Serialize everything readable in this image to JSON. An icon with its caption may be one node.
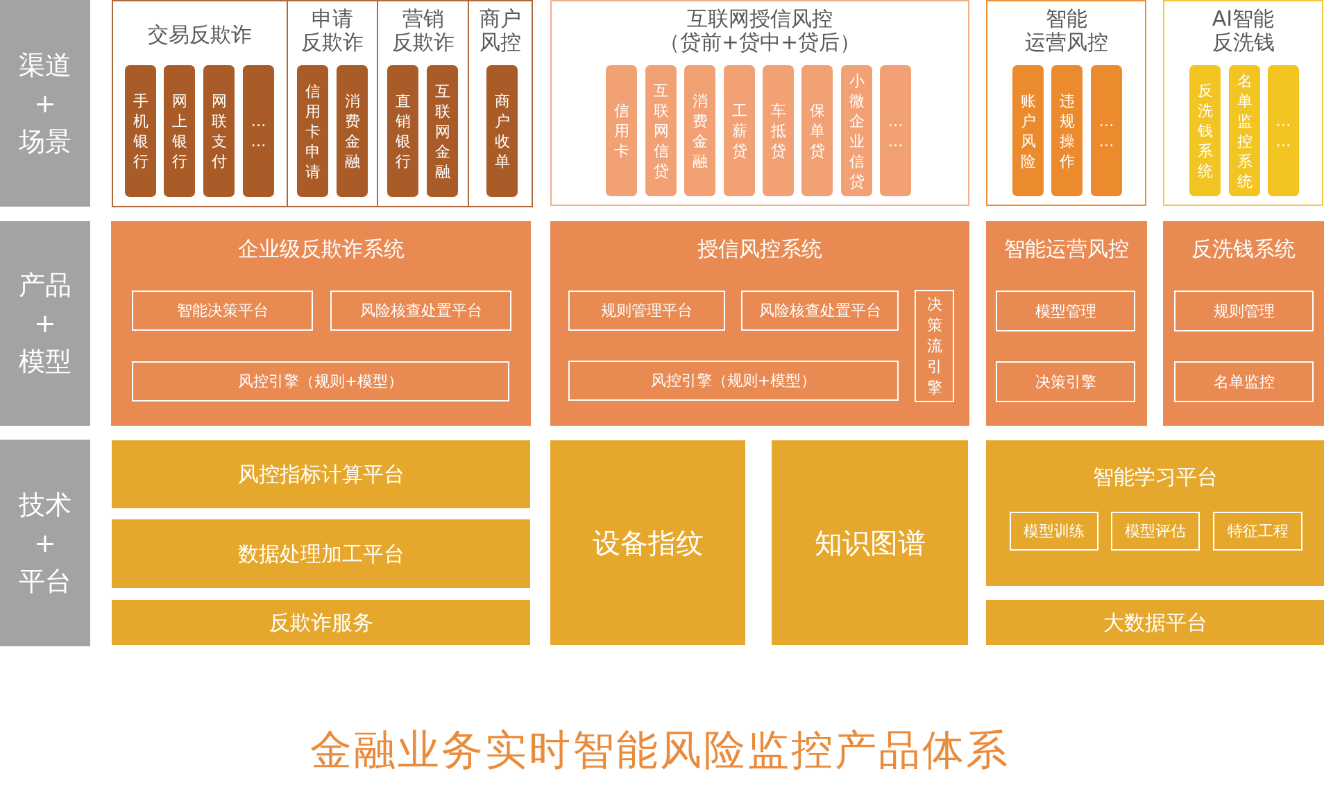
{
  "diagram": {
    "title": "金融业务实时智能风险监控产品体系",
    "nodes": [
      {
        "text": [
          "渠道 + 场景"
        ]
      },
      {
        "text": [
          "交易反欺诈"
        ]
      },
      {
        "text": [
          "手机银行"
        ],
        "in": 1
      },
      {
        "text": [
          "网上银行"
        ],
        "in": 1
      },
      {
        "text": [
          "网联支付"
        ],
        "in": 1
      },
      {
        "text": [
          "……"
        ],
        "in": 1
      },
      {
        "text": [
          "申请反欺诈"
        ]
      },
      {
        "text": [
          "信用卡申请"
        ],
        "in": 6
      },
      {
        "text": [
          "消费金融"
        ],
        "in": 6
      },
      {
        "text": [
          "营销反欺诈"
        ]
      },
      {
        "text": [
          "直销银行"
        ],
        "in": 9
      },
      {
        "text": [
          "互联网金融"
        ],
        "in": 9
      },
      {
        "text": [
          "商户风控"
        ]
      },
      {
        "text": [
          "商户收单"
        ],
        "in": 12
      },
      {
        "text": [
          "互联网授信风控（贷前+贷中+贷后）"
        ]
      },
      {
        "text": [
          "信用卡"
        ],
        "in": 14
      },
      {
        "text": [
          "互联网信贷"
        ],
        "in": 14
      },
      {
        "text": [
          "消费金融"
        ],
        "in": 14
      },
      {
        "text": [
          "工薪贷"
        ],
        "in": 14
      },
      {
        "text": [
          "车抵贷"
        ],
        "in": 14
      },
      {
        "text": [
          "保单贷"
        ],
        "in": 14
      },
      {
        "text": [
          "小微企业信贷"
        ],
        "in": 14
      },
      {
        "text": [
          "……"
        ],
        "in": 14
      },
      {
        "text": [
          "智能运营风控"
        ]
      },
      {
        "text": [
          "账户风险"
        ],
        "in": 23
      },
      {
        "text": [
          "违规操作"
        ],
        "in": 23
      },
      {
        "text": [
          "……"
        ],
        "in": 23
      },
      {
        "text": [
          "AI智能反洗钱"
        ]
      },
      {
        "text": [
          "反洗钱系统"
        ],
        "in": 27
      },
      {
        "text": [
          "名单监控系统"
        ],
        "in": 27
      },
      {
        "text": [
          "……"
        ],
        "in": 27
      },
      {
        "text": [
          "产品 + 模型"
        ]
      },
      {
        "text": [
          "企业级反欺诈系统"
        ]
      },
      {
        "text": [
          "智能决策平台"
        ],
        "in": 32
      },
      {
        "text": [
          "风险核查处置平台"
        ],
        "in": 32
      },
      {
        "text": [
          "风控引擎（规则+模型）"
        ],
        "in": 32
      },
      {
        "text": [
          "授信风控系统"
        ]
      },
      {
        "text": [
          "规则管理平台"
        ],
        "in": 36
      },
      {
        "text": [
          "风险核查处置平台"
        ],
        "in": 36
      },
      {
        "text": [
          "决策流引擎"
        ],
        "in": 36
      },
      {
        "text": [
          "风控引擎（规则+模型）"
        ],
        "in": 36
      },
      {
        "text": [
          "智能运营风控"
        ]
      },
      {
        "text": [
          "模型管理"
        ],
        "in": 41
      },
      {
        "text": [
          "决策引擎"
        ],
        "in": 41
      },
      {
        "text": [
          "反洗钱系统"
        ]
      },
      {
        "text": [
          "规则管理"
        ],
        "in": 44
      },
      {
        "text": [
          "名单监控"
        ],
        "in": 44
      },
      {
        "text": [
          "技术 + 平台"
        ]
      },
      {
        "text": [
          "风控指标计算平台"
        ]
      },
      {
        "text": [
          "数据处理加工平台"
        ]
      },
      {
        "text": [
          "反欺诈服务"
        ]
      },
      {
        "text": [
          "设备指纹"
        ]
      },
      {
        "text": [
          "知识图谱"
        ]
      },
      {
        "text": [
          "智能学习平台"
        ]
      },
      {
        "text": [
          "模型训练"
        ],
        "in": 53
      },
      {
        "text": [
          "模型评估"
        ],
        "in": 53
      },
      {
        "text": [
          "特征工程"
        ],
        "in": 53
      },
      {
        "text": [
          "大数据平台"
        ]
      }
    ]
  }
}
